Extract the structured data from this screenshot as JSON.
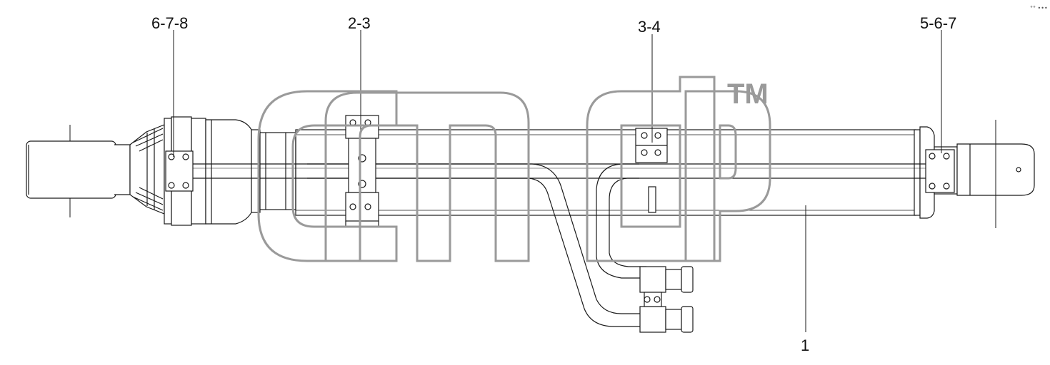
{
  "callouts": {
    "left_flange": "6-7-8",
    "mid_clamp": "2-3",
    "right_clamp": "3-4",
    "right_flange": "5-6-7",
    "cylinder": "1"
  },
  "corner_mark": "°° •••",
  "watermark": {
    "brand": "cmd",
    "tm": "TM"
  },
  "colors": {
    "line": "#1a1a1a",
    "watermark_stroke": "#9a9a9a",
    "fill": "#ffffff"
  }
}
